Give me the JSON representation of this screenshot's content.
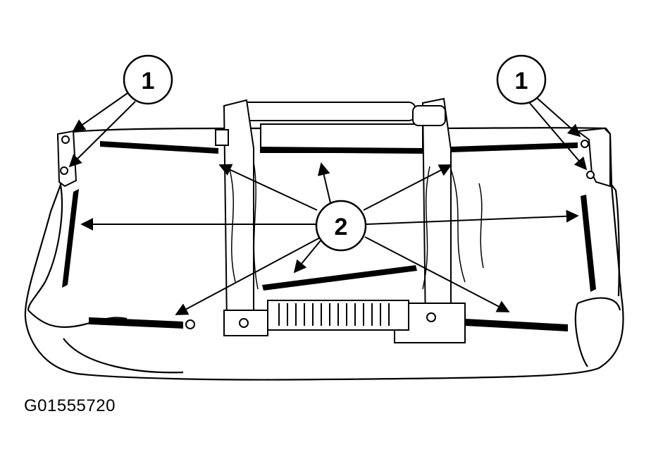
{
  "figure": {
    "callouts": {
      "one_left": "1",
      "one_right": "1",
      "two": "2"
    },
    "code": "G01555720"
  }
}
